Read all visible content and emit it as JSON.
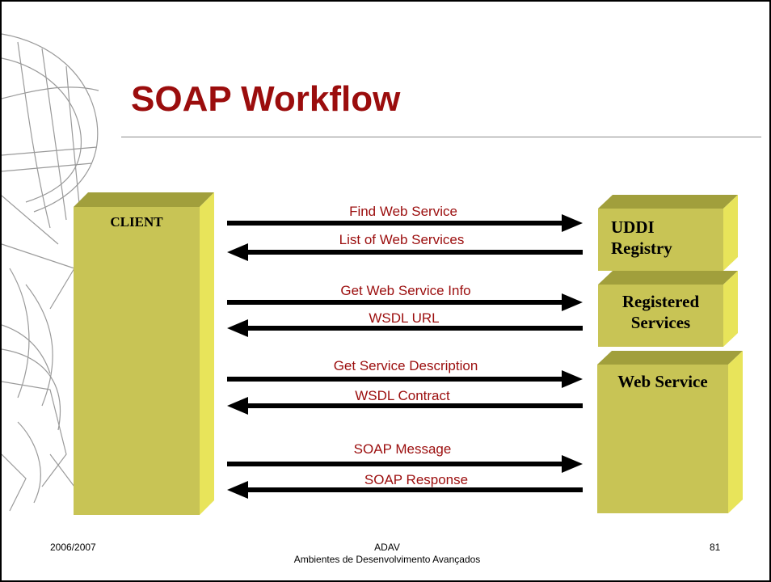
{
  "slide": {
    "title": "SOAP Workflow",
    "footer": {
      "left": "2006/2007",
      "center_line1": "ADAV",
      "center_line2": "Ambientes de Desenvolvimento Avançados",
      "right": "81"
    }
  },
  "diagram": {
    "client_label": "CLIENT",
    "uddi_line1": "UDDI",
    "uddi_line2": "Registry",
    "registered_line1": "Registered",
    "registered_line2": "Services",
    "web_service_label": "Web Service",
    "messages": [
      {
        "label": "Find Web Service",
        "direction": "right"
      },
      {
        "label": "List of Web Services",
        "direction": "left"
      },
      {
        "label": "Get Web Service Info",
        "direction": "right"
      },
      {
        "label": "WSDL URL",
        "direction": "left"
      },
      {
        "label": "Get Service Description",
        "direction": "right"
      },
      {
        "label": "WSDL Contract",
        "direction": "left"
      },
      {
        "label": "SOAP Message",
        "direction": "right"
      },
      {
        "label": "SOAP Response",
        "direction": "left"
      }
    ],
    "colors": {
      "box_front": "#c8c455",
      "box_top": "#a19f3c",
      "box_side": "#e8e45a",
      "label_red": "#9b0d0d",
      "arrow": "#000000"
    }
  }
}
